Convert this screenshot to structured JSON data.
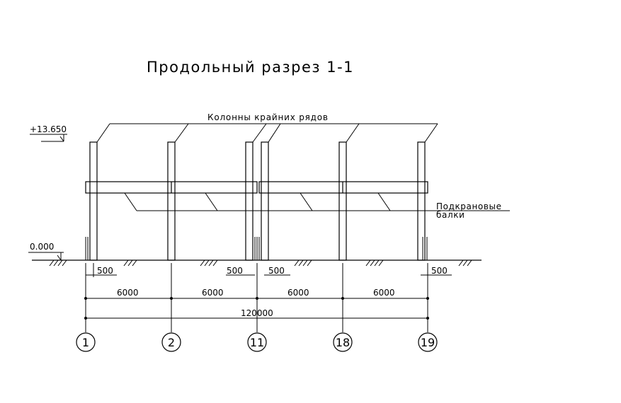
{
  "title": "Продольный разрез 1-1",
  "labels": {
    "columns": "Колонны крайних рядов",
    "beams_line1": "Подкрановые",
    "beams_line2": "балки"
  },
  "levels": {
    "top": "+13.650",
    "ground": "0.000"
  },
  "dimensions": {
    "offset_1": "500",
    "offset_2": "500",
    "offset_3": "500",
    "offset_4": "500",
    "span_1": "6000",
    "span_2": "6000",
    "span_3": "6000",
    "span_4": "6000",
    "total": "120000"
  },
  "axes": [
    "1",
    "2",
    "11",
    "18",
    "19"
  ]
}
